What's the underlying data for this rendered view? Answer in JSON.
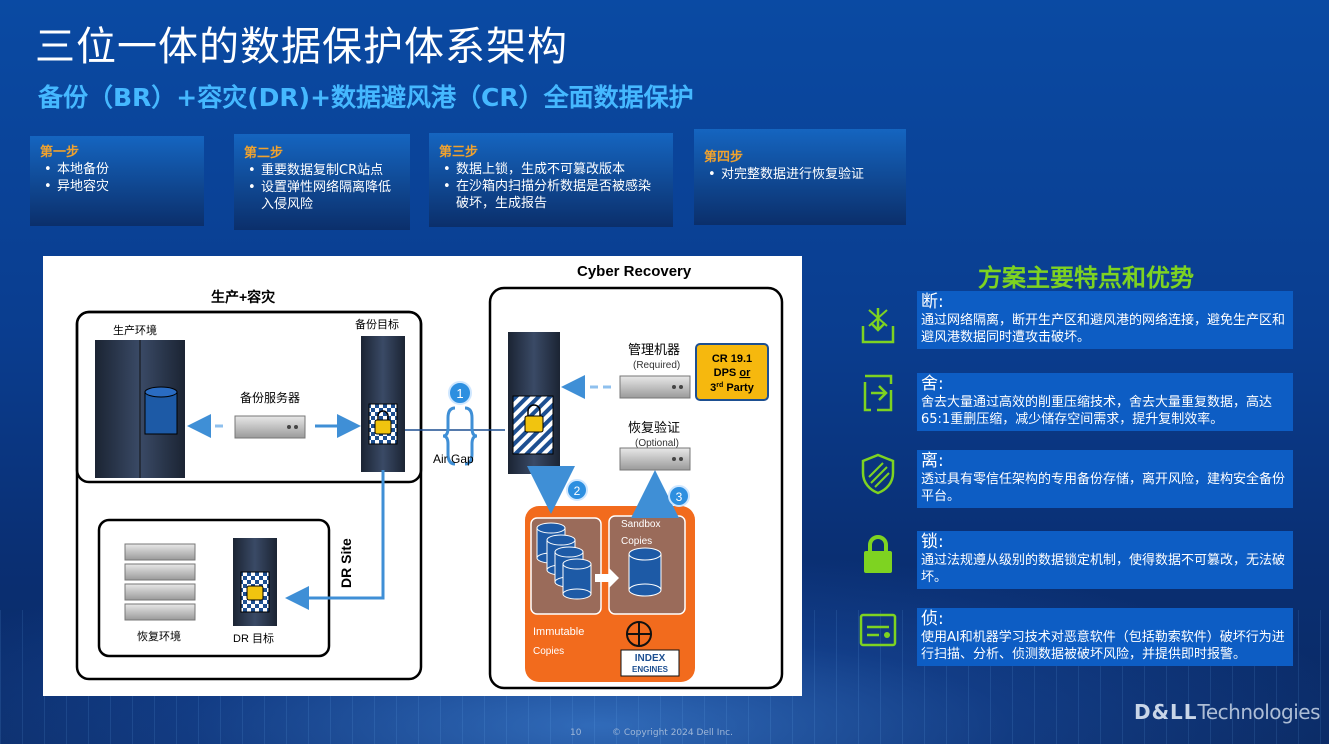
{
  "title": "三位一体的数据保护体系架构",
  "subtitle": "备份（BR）+容灾(DR)+数据避风港（CR）全面数据保护",
  "steps": [
    {
      "label": "第一步",
      "items": [
        "本地备份",
        "异地容灾"
      ]
    },
    {
      "label": "第二步",
      "items": [
        "重要数据复制CR站点",
        "设置弹性网络隔离降低入侵风险"
      ]
    },
    {
      "label": "第三步",
      "items": [
        "数据上锁，生成不可篡改版本",
        "在沙箱内扫描分析数据是否被感染破坏，生成报告"
      ]
    },
    {
      "label": "第四步",
      "items": [
        "对完整数据进行恢复验证"
      ]
    }
  ],
  "diagram": {
    "cyber_recovery": "Cyber Recovery",
    "prod_dr": "生产+容灾",
    "prod_env": "生产环境",
    "backup_target": "备份目标",
    "backup_server": "备份服务器",
    "air_gap": "Air Gap",
    "mgmt": "管理机器",
    "required": "(Required)",
    "cr_box_l1": "CR 19.1",
    "cr_box_l2a": "DPS ",
    "cr_box_l2b": "or",
    "cr_box_l3a": "3",
    "cr_box_l3b": "rd",
    "cr_box_l3c": " Party",
    "recovery_verify": "恢复验证",
    "optional": "(Optional)",
    "sandbox": "Sandbox",
    "copies": "Copies",
    "immutable": "Immutable",
    "index_l1": "INDEX",
    "index_l2": "ENGINES",
    "dr_site": "DR Site",
    "recovery_env": "恢复环境",
    "dr_target": "DR 目标",
    "n1": "1",
    "n2": "2",
    "n3": "3"
  },
  "features_title": "方案主要特点和优势",
  "features": [
    {
      "head": "断:",
      "text": "通过网络隔离，断开生产区和避风港的网络连接，避免生产区和避风港数据同时遭攻击破坏。",
      "icon": "network-break-icon"
    },
    {
      "head": "舍:",
      "text": "舍去大量通过高效的削重压缩技术，舍去大量重复数据，高达65:1重删压缩，减少储存空间需求，提升复制效率。",
      "icon": "compress-icon"
    },
    {
      "head": "离:",
      "text": "透过具有零信任架构的专用备份存储，离开风险，建构安全备份平台。",
      "icon": "shield-icon"
    },
    {
      "head": "锁:",
      "text": "通过法规遵从级别的数据锁定机制，使得数据不可篡改，无法破坏。",
      "icon": "lock-icon"
    },
    {
      "head": "侦:",
      "text": "使用AI和机器学习技术对恶意软件（包括勒索软件）破坏行为进行扫描、分析、侦测数据被破坏风险，并提供即时报警。",
      "icon": "scan-icon"
    }
  ],
  "footer": {
    "page": "10",
    "copyright": "© Copyright 2024 Dell Inc.",
    "logo_a": "D&LL",
    "logo_b": "Technologies"
  },
  "colors": {
    "accent_blue": "#45b8ff",
    "green": "#7ed321",
    "step_orange": "#f0a22e",
    "cr_orange": "#f26b1d",
    "arrow_blue": "#3f8fd6"
  }
}
